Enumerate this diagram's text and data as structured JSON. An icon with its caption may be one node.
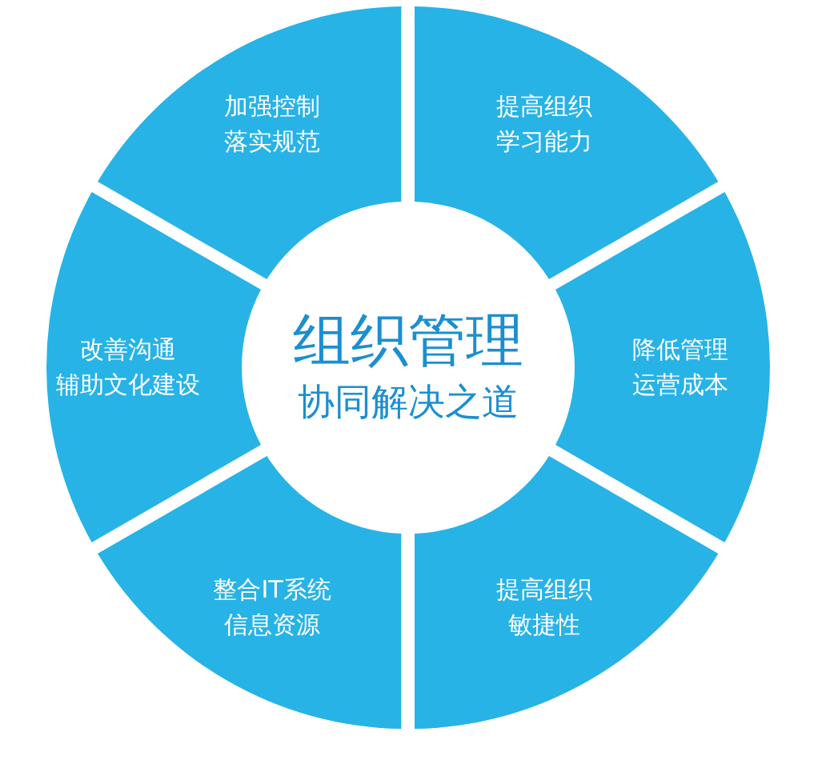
{
  "diagram": {
    "nodes": [
      {
        "text": [
          "组织管理",
          "协同解决之道"
        ]
      },
      {
        "text": [
          "加强控制落实规范"
        ]
      },
      {
        "text": [
          "提高组织学习能力"
        ]
      },
      {
        "text": [
          "改善沟通辅助文化建设"
        ]
      },
      {
        "text": [
          "降低管理运营成本"
        ]
      },
      {
        "text": [
          "整合IT系统信息资源"
        ]
      },
      {
        "text": [
          "提高组织敏捷性"
        ]
      }
    ]
  }
}
